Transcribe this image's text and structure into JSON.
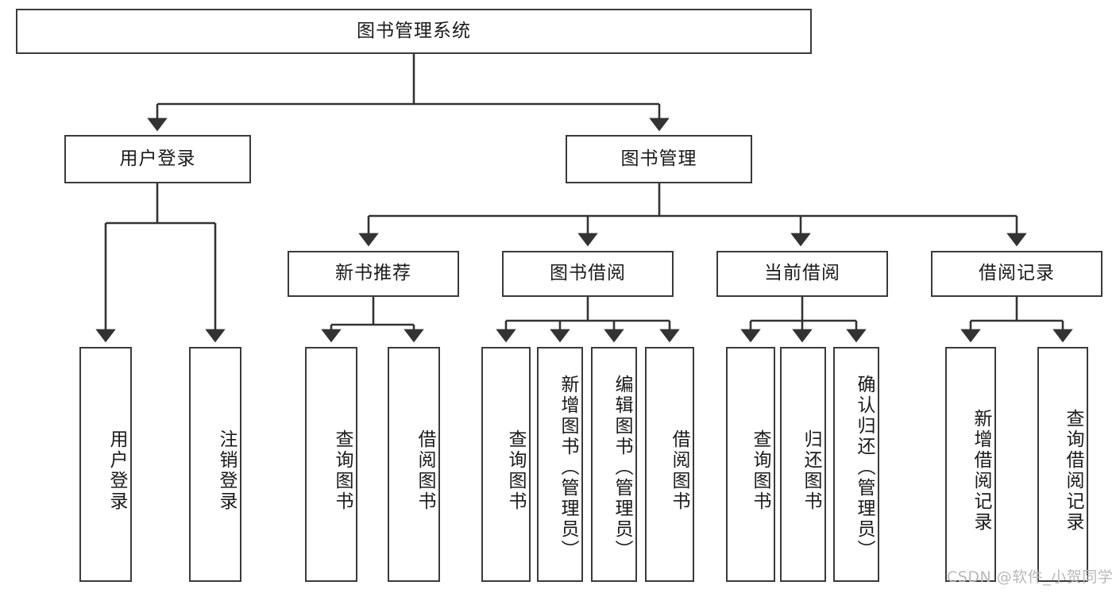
{
  "diagram": {
    "title": "图书管理系统",
    "type": "hierarchy-tree",
    "root": {
      "id": "root",
      "label": "图书管理系统",
      "orientation": "horizontal"
    },
    "level2": [
      {
        "id": "user-login",
        "label": "用户登录",
        "orientation": "horizontal"
      },
      {
        "id": "book-manage",
        "label": "图书管理",
        "orientation": "horizontal"
      }
    ],
    "level3": [
      {
        "id": "new-book-recommend",
        "label": "新书推荐",
        "orientation": "horizontal"
      },
      {
        "id": "book-borrow",
        "label": "图书借阅",
        "orientation": "horizontal"
      },
      {
        "id": "current-borrow",
        "label": "当前借阅",
        "orientation": "horizontal"
      },
      {
        "id": "borrow-record",
        "label": "借阅记录",
        "orientation": "horizontal"
      }
    ],
    "leaves": [
      {
        "id": "leaf-user-login",
        "label": "用户登录",
        "parent": "user-login",
        "orientation": "vertical"
      },
      {
        "id": "leaf-logout",
        "label": "注销登录",
        "parent": "user-login",
        "orientation": "vertical"
      },
      {
        "id": "leaf-query-book-1",
        "label": "查询图书",
        "parent": "new-book-recommend",
        "orientation": "vertical"
      },
      {
        "id": "leaf-borrow-book-1",
        "label": "借阅图书",
        "parent": "new-book-recommend",
        "orientation": "vertical"
      },
      {
        "id": "leaf-query-book-2",
        "label": "查询图书",
        "parent": "book-borrow",
        "orientation": "vertical"
      },
      {
        "id": "leaf-add-book",
        "label": "新增图书（管理员）",
        "parent": "book-borrow",
        "orientation": "vertical"
      },
      {
        "id": "leaf-edit-book",
        "label": "编辑图书（管理员）",
        "parent": "book-borrow",
        "orientation": "vertical"
      },
      {
        "id": "leaf-borrow-book-2",
        "label": "借阅图书",
        "parent": "book-borrow",
        "orientation": "vertical"
      },
      {
        "id": "leaf-query-book-3",
        "label": "查询图书",
        "parent": "current-borrow",
        "orientation": "vertical"
      },
      {
        "id": "leaf-return-book",
        "label": "归还图书",
        "parent": "current-borrow",
        "orientation": "vertical"
      },
      {
        "id": "leaf-confirm-return",
        "label": "确认归还（管理员）",
        "parent": "current-borrow",
        "orientation": "vertical"
      },
      {
        "id": "leaf-add-record",
        "label": "新增借阅记录",
        "parent": "borrow-record",
        "orientation": "vertical"
      },
      {
        "id": "leaf-query-record",
        "label": "查询借阅记录",
        "parent": "borrow-record",
        "orientation": "vertical"
      }
    ]
  },
  "watermark": {
    "text": "CSDN @软件_小贺同学"
  },
  "colors": {
    "box_border": "#3a3a3a",
    "box_fill": "#ffffff",
    "connector": "#333333",
    "text": "#1a1a1a",
    "background": "#ffffff",
    "watermark": "#b9b9b9"
  }
}
